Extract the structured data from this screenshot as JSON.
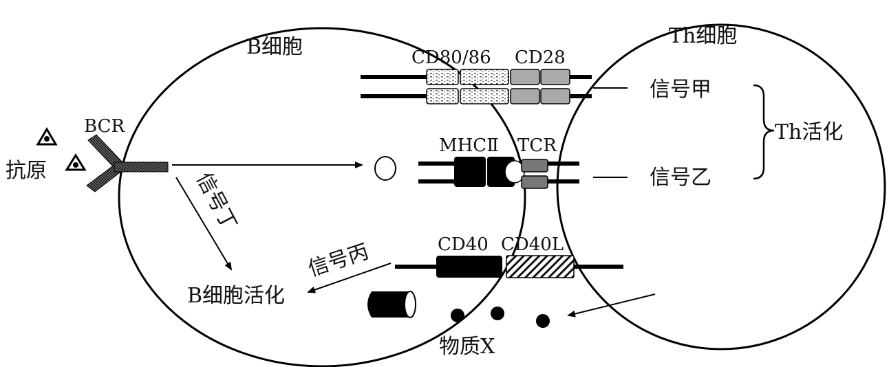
{
  "labels": {
    "b_cell": "B细胞",
    "th_cell": "Th细胞",
    "antigen": "抗原",
    "bcr": "BCR",
    "cd80_86": "CD80/86",
    "cd28": "CD28",
    "mhc2": "MHCⅡ",
    "tcr": "TCR",
    "cd40": "CD40",
    "cd40l": "CD40L",
    "signal_a": "信号甲",
    "signal_b": "信号乙",
    "signal_c": "信号丙",
    "signal_d": "信号丁",
    "th_activation": "Th活化",
    "b_activation": "B细胞活化",
    "substance_x": "物质X"
  }
}
